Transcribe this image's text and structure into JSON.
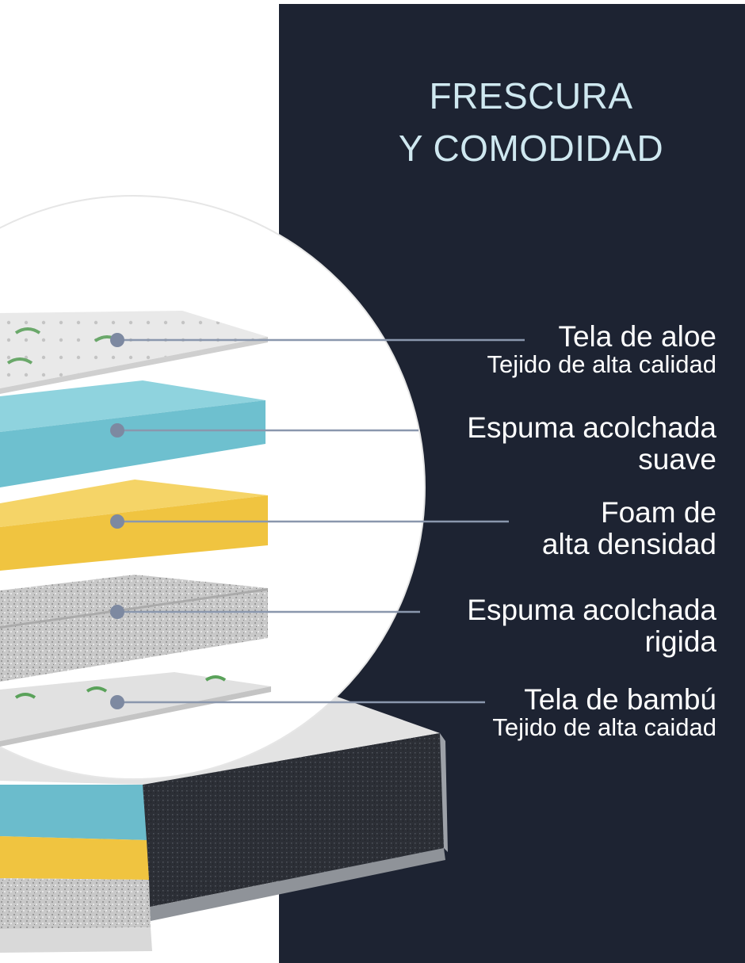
{
  "header": {
    "title_line1": "FRESCURA",
    "title_line2": "Y COMODIDAD"
  },
  "layers": [
    {
      "name": "Tela de aloe",
      "detail": "Tejido de alta calidad"
    },
    {
      "name": "Espuma acolchada",
      "detail": "suave"
    },
    {
      "name": "Foam de",
      "detail": "alta densidad"
    },
    {
      "name": "Espuma acolchada",
      "detail": "rigida"
    },
    {
      "name": "Tela de bambú",
      "detail": "Tejido de alta caidad"
    }
  ],
  "colors": {
    "panel": "#1d2332",
    "title": "#cfe8f0",
    "label": "#ffffff",
    "leader": "#8a97ad",
    "foam_blue": "#7cc6d4",
    "foam_yellow": "#f2c94c",
    "foam_gray": "#c9c9c9",
    "fabric": "#e6e6e6"
  }
}
